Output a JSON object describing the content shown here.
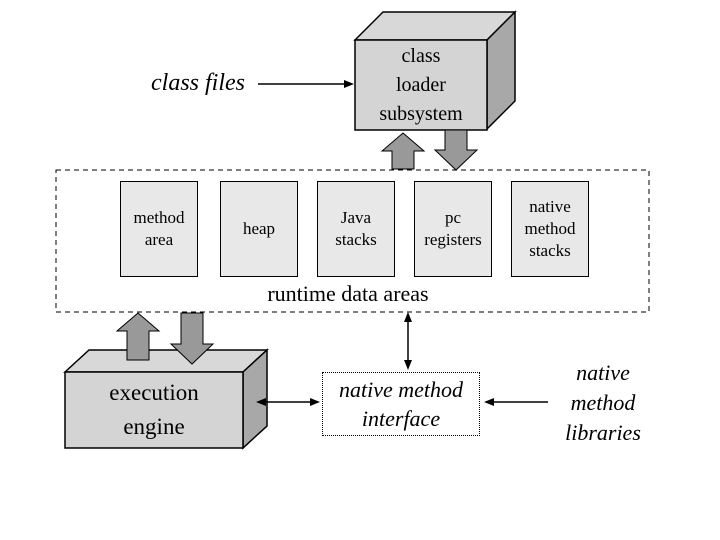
{
  "colors": {
    "background": "#ffffff",
    "box_front_face": "#d4d4d4",
    "box_top_face": "#d8d8d8",
    "box_side_face": "#a8a8a8",
    "block_arrow_fill": "#999999",
    "runtime_box_fill": "#e8e8e8",
    "line_color": "#000000"
  },
  "class_files": {
    "label": "class files"
  },
  "class_loader": {
    "lines": [
      "class",
      "loader",
      "subsystem"
    ]
  },
  "runtime": {
    "label": "runtime data areas",
    "boxes": [
      {
        "name": "method area",
        "lines": [
          "method",
          "area"
        ]
      },
      {
        "name": "heap",
        "lines": [
          "heap"
        ]
      },
      {
        "name": "Java stacks",
        "lines": [
          "Java",
          "stacks"
        ]
      },
      {
        "name": "pc registers",
        "lines": [
          "pc",
          "registers"
        ]
      },
      {
        "name": "native method stacks",
        "lines": [
          "native",
          "method",
          "stacks"
        ]
      }
    ]
  },
  "execution_engine": {
    "lines": [
      "execution",
      "engine"
    ]
  },
  "native_method_interface": {
    "lines": [
      "native method",
      "interface"
    ]
  },
  "native_method_libraries": {
    "lines": [
      "native",
      "method",
      "libraries"
    ]
  }
}
